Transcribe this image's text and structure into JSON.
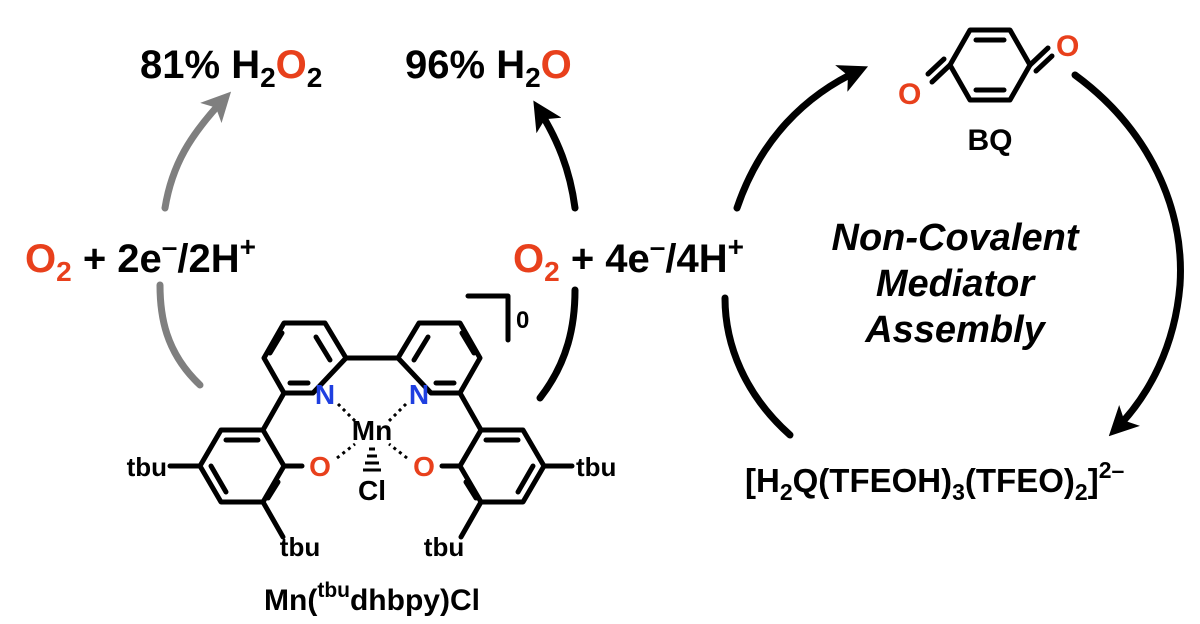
{
  "colors": {
    "oxygen_red": "#e8401c",
    "nitrogen_blue": "#1f3fe0",
    "ink": "#000000",
    "gray_arrow": "#7f7f7f"
  },
  "products": {
    "h2o2": {
      "percent": "81%",
      "h": "H",
      "sub1": "2",
      "o": "O",
      "sub2": "2"
    },
    "h2o": {
      "percent": "96%",
      "h": "H",
      "sub": "2",
      "o": "O"
    }
  },
  "reactions": {
    "two_electron": {
      "o": "O",
      "sub": "2",
      "rest": " + 2e",
      "minus": "–",
      "slash_h": "/2H",
      "plus": "+"
    },
    "four_electron": {
      "o": "O",
      "sub": "2",
      "rest": " + 4e",
      "minus": "–",
      "slash_h": "/4H",
      "plus": "+"
    }
  },
  "mediator": {
    "label": "BQ",
    "assembly_lines": [
      "Non-Covalent",
      "Mediator",
      "Assembly"
    ],
    "reduced": {
      "bracket_open": "[H",
      "s1": "2",
      "q": "Q(TFEOH)",
      "s2": "3",
      "q2": "(TFEO)",
      "s3": "2",
      "close": "]",
      "charge": "2–"
    }
  },
  "catalyst": {
    "charge": "0",
    "metal": "Mn",
    "nitrogen": "N",
    "oxygen": "O",
    "chloride": "Cl",
    "substituent": "tbu",
    "name": {
      "pre": "Mn(",
      "sup": "tbu",
      "post": "dhbpy)Cl"
    }
  }
}
